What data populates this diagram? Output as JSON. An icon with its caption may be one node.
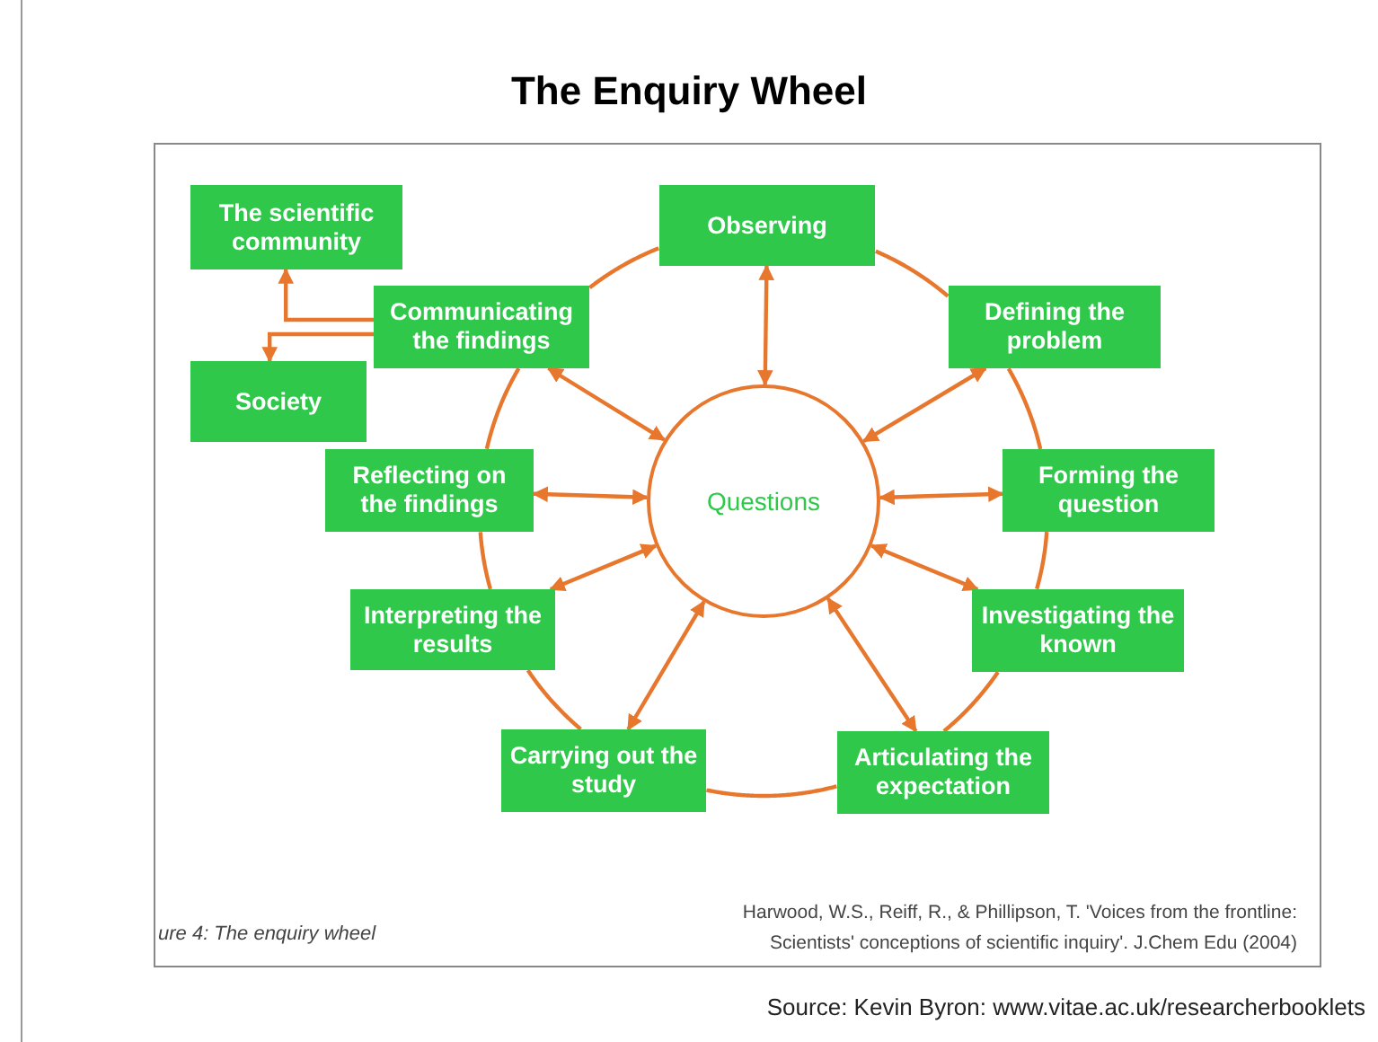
{
  "diagram": {
    "title": "The Enquiry Wheel",
    "nodes": [
      {
        "text": [
          "Questions"
        ]
      },
      {
        "text": [
          "Observing"
        ]
      },
      {
        "text": [
          "Defining the problem"
        ]
      },
      {
        "text": [
          "Forming the question"
        ]
      },
      {
        "text": [
          "Investigating the known"
        ]
      },
      {
        "text": [
          "Articulating the expectation"
        ]
      },
      {
        "text": [
          "Carrying out the study"
        ]
      },
      {
        "text": [
          "Interpreting the results"
        ]
      },
      {
        "text": [
          "Reflecting on the findings"
        ]
      },
      {
        "text": [
          "Communicating the findings"
        ]
      },
      {
        "text": [
          "The scientific community"
        ]
      },
      {
        "text": [
          "Society"
        ]
      }
    ],
    "edges": [
      {
        "from": 0,
        "to": 1,
        "arrow": "both"
      },
      {
        "from": 0,
        "to": 2,
        "arrow": "both"
      },
      {
        "from": 0,
        "to": 3,
        "arrow": "both"
      },
      {
        "from": 0,
        "to": 4,
        "arrow": "both"
      },
      {
        "from": 0,
        "to": 5,
        "arrow": "both"
      },
      {
        "from": 0,
        "to": 6,
        "arrow": "both"
      },
      {
        "from": 0,
        "to": 7,
        "arrow": "both"
      },
      {
        "from": 0,
        "to": 8,
        "arrow": "both"
      },
      {
        "from": 0,
        "to": 9,
        "arrow": "both"
      },
      {
        "from": 1,
        "to": 2,
        "arrow": "none"
      },
      {
        "from": 2,
        "to": 3,
        "arrow": "none"
      },
      {
        "from": 3,
        "to": 4,
        "arrow": "none"
      },
      {
        "from": 4,
        "to": 5,
        "arrow": "none"
      },
      {
        "from": 5,
        "to": 6,
        "arrow": "none"
      },
      {
        "from": 6,
        "to": 7,
        "arrow": "none"
      },
      {
        "from": 7,
        "to": 8,
        "arrow": "none"
      },
      {
        "from": 8,
        "to": 9,
        "arrow": "none"
      },
      {
        "from": 9,
        "to": 1,
        "arrow": "none"
      },
      {
        "from": 9,
        "to": 10,
        "arrow": "to"
      },
      {
        "from": 9,
        "to": 11,
        "arrow": "to"
      }
    ],
    "labels": [
      "ure 4: The enquiry wheel",
      "Harwood, W.S., Reiff, R., & Phillipson, T. 'Voices from the frontline: Scientists' conceptions of scientific inquiry'. J.Chem Edu (2004)",
      "Source: Kevin Byron: www.vitae.ac.uk/researcherbooklets"
    ]
  }
}
